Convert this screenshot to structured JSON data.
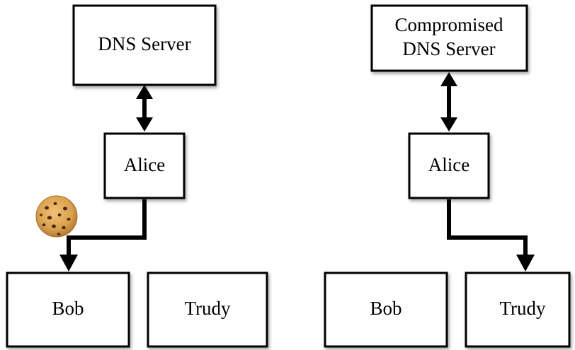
{
  "left_scenario": {
    "server_label": "DNS Server",
    "alice_label": "Alice",
    "bob_label": "Bob",
    "trudy_label": "Trudy",
    "cookie_icon": "cookie-icon"
  },
  "right_scenario": {
    "server_label_line1": "Compromised",
    "server_label_line2": "DNS Server",
    "alice_label": "Alice",
    "bob_label": "Bob",
    "trudy_label": "Trudy"
  },
  "colors": {
    "box_fill": "#ffffff",
    "stroke": "#000000",
    "cookie_base": "#d9a04e",
    "cookie_chip": "#4a2a14"
  }
}
